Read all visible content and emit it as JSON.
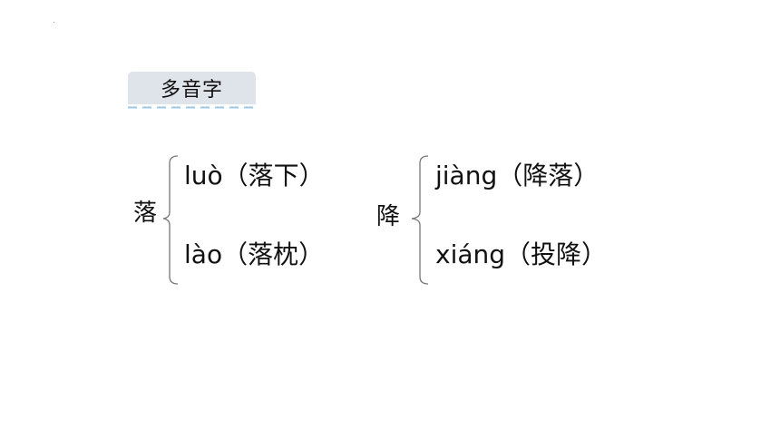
{
  "section_label": "多音字",
  "groups": [
    {
      "character": "落",
      "readings": [
        {
          "pinyin": "luò",
          "example": "（落下）"
        },
        {
          "pinyin": "lào",
          "example": "（落枕）"
        }
      ]
    },
    {
      "character": "降",
      "readings": [
        {
          "pinyin": "jiàng",
          "example": "（降落）"
        },
        {
          "pinyin": "xiáng",
          "example": "（投降）"
        }
      ]
    }
  ],
  "colors": {
    "badge_background": "#dfe3ea",
    "badge_underline": "#9cc8e6",
    "brace": "#777777",
    "text": "#111111"
  }
}
